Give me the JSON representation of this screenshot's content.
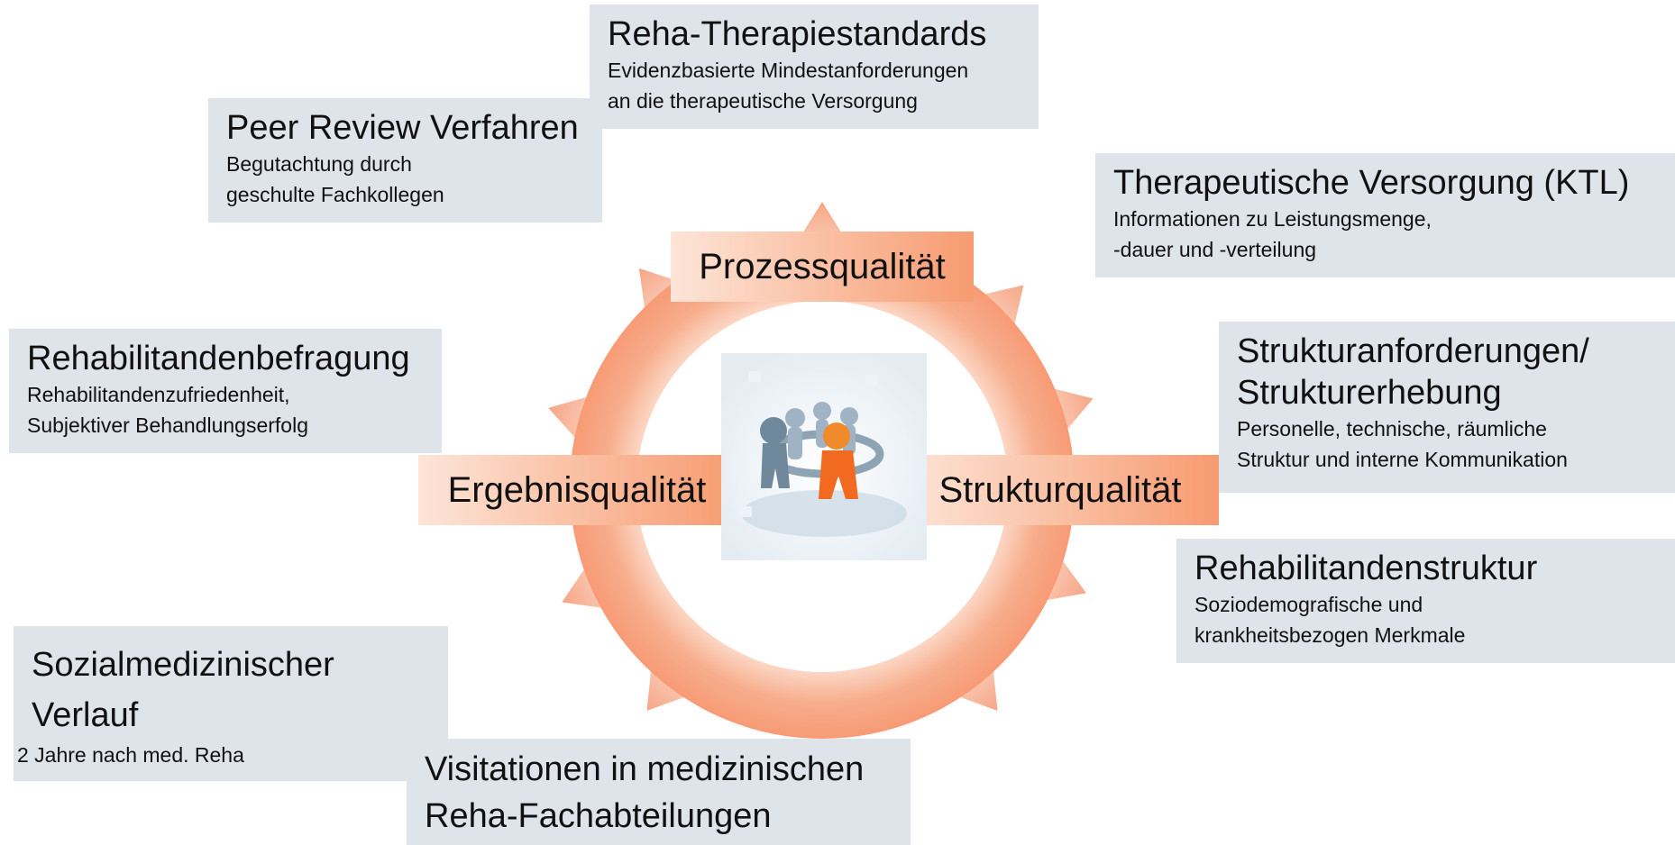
{
  "colors": {
    "ring": "#f7a07a",
    "ring_light": "#fde3d5",
    "arrow": "#f6a686",
    "label_gradient_from": "#fde5d8",
    "label_gradient_to": "#f79b70",
    "box_bg": "#dfe3ea"
  },
  "center": {
    "labels": {
      "process": "Prozessqualität",
      "outcome": "Ergebnisqualität",
      "structure": "Strukturqualität"
    },
    "image": "people-circle-holding-hands"
  },
  "boxes": {
    "therapy_standards": {
      "title": "Reha-Therapiestandards",
      "desc_line1": "Evidenzbasierte Mindestanforderungen",
      "desc_line2": "an die therapeutische Versorgung"
    },
    "peer_review": {
      "title": "Peer Review Verfahren",
      "desc_line1": "Begutachtung durch",
      "desc_line2": "geschulte Fachkollegen"
    },
    "therapeutic_care": {
      "title": "Therapeutische Versorgung (KTL)",
      "desc_line1": "Informationen zu Leistungsmenge,",
      "desc_line2": "-dauer und -verteilung"
    },
    "rehab_survey": {
      "title": "Rehabilitandenbefragung",
      "desc_line1": "Rehabilitandenzufriedenheit,",
      "desc_line2": "Subjektiver Behandlungserfolg"
    },
    "structure_requirements": {
      "title_line1": "Strukturanforderungen/",
      "title_line2": "Strukturerhebung",
      "desc_line1": "Personelle, technische, räumliche",
      "desc_line2": "Struktur und interne Kommunikation"
    },
    "rehab_structure": {
      "title": "Rehabilitandenstruktur",
      "desc_line1": "Soziodemografische und",
      "desc_line2": "krankheitsbezogen Merkmale"
    },
    "social_medical": {
      "title_line1": "Sozialmedizinischer",
      "title_line2": "Verlauf",
      "desc_line1": "2 Jahre nach med. Reha"
    },
    "visitations": {
      "title_line1": "Visitationen in medizinischen",
      "title_line2": "Reha-Fachabteilungen"
    }
  }
}
